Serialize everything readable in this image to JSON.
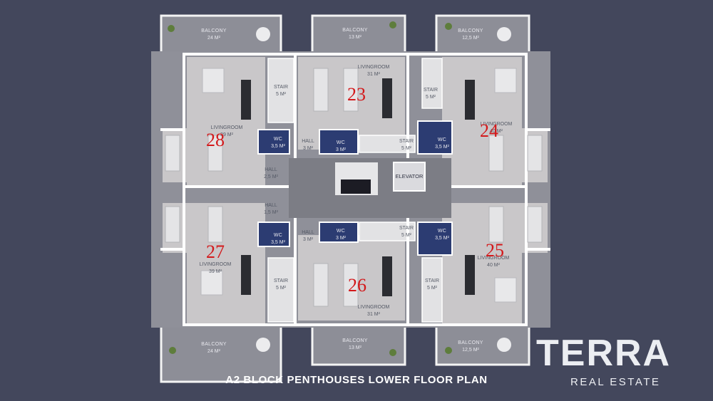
{
  "plan": {
    "caption": "A2 BLOCK PENTHOUSES LOWER FLOOR PLAN",
    "elevator_label": "ELEVATOR",
    "units": [
      "23",
      "24",
      "25",
      "26",
      "27",
      "28"
    ],
    "rooms": {
      "balcony_tl": {
        "label": "BALCONY",
        "area": "24 M²"
      },
      "balcony_tc": {
        "label": "BALCONY",
        "area": "13 M²"
      },
      "balcony_tr": {
        "label": "BALCONY",
        "area": "12,5 M²"
      },
      "balcony_bl": {
        "label": "BALCONY",
        "area": "24 M²"
      },
      "balcony_bc": {
        "label": "BALCONY",
        "area": "13 M²"
      },
      "balcony_br": {
        "label": "BALCONY",
        "area": "12,5 M²"
      },
      "living_23": {
        "label": "LIVINGROOM",
        "area": "31 M²"
      },
      "living_24": {
        "label": "LIVINGROOM",
        "area": "40 M²"
      },
      "living_25": {
        "label": "LIVINGROOM",
        "area": "40 M²"
      },
      "living_26": {
        "label": "LIVINGROOM",
        "area": "31 M²"
      },
      "living_27": {
        "label": "LIVINGROOM",
        "area": "39 M²"
      },
      "living_28": {
        "label": "LIVINGROOM",
        "area": "39 M²"
      },
      "stair_tl": {
        "label": "STAIR",
        "area": "5 M²"
      },
      "stair_tr": {
        "label": "STAIR",
        "area": "5 M²"
      },
      "stair_bl": {
        "label": "STAIR",
        "area": "5 M²"
      },
      "stair_br": {
        "label": "STAIR",
        "area": "5 M²"
      },
      "stair_c1": {
        "label": "STAIR",
        "area": "5 M²"
      },
      "stair_c2": {
        "label": "STAIR",
        "area": "5 M²"
      },
      "wc_28": {
        "label": "WC",
        "area": "3,5 M²"
      },
      "wc_23": {
        "label": "WC",
        "area": "3 M²"
      },
      "wc_24": {
        "label": "WC",
        "area": "3,5 M²"
      },
      "wc_27": {
        "label": "WC",
        "area": "3,5 M²"
      },
      "wc_26": {
        "label": "WC",
        "area": "3 M²"
      },
      "wc_25": {
        "label": "WC",
        "area": "3,5 M²"
      },
      "hall_l1": {
        "label": "HALL",
        "area": "2,5 M²"
      },
      "hall_l2": {
        "label": "HALL",
        "area": "1,5 M²"
      },
      "hall_c1": {
        "label": "HALL",
        "area": "3 M²"
      },
      "hall_c2": {
        "label": "HALL",
        "area": "3 M²"
      }
    }
  },
  "logo": {
    "main": "TERRA",
    "sub": "REAL ESTATE"
  },
  "colors": {
    "background": "#43475c",
    "floor": "#8e8f98",
    "interior": "#cbc9cb",
    "wall": "#ffffff",
    "wc": "#2c3c72",
    "unit_number": "#d3191b"
  }
}
